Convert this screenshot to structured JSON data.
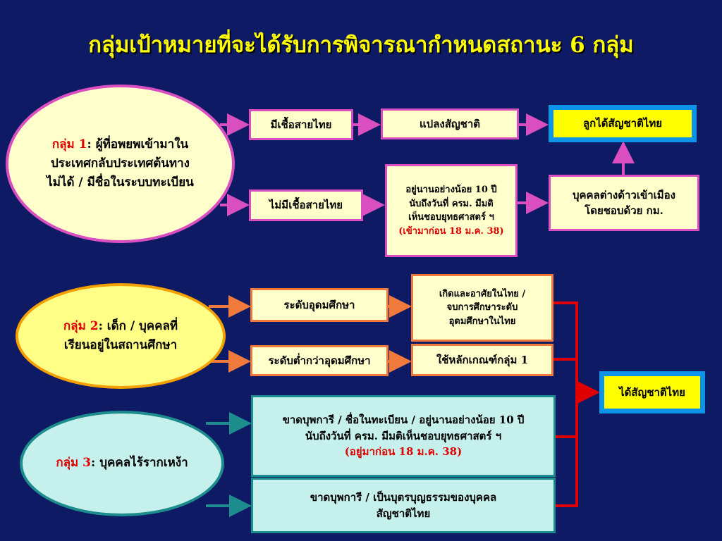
{
  "title": "กลุ่มเป้าหมายที่จะได้รับการพิจารณากำหนดสถานะ 6 กลุ่ม",
  "group1": {
    "prefix": "กลุ่ม 1",
    "line1": ": ผู้ที่อพยพเข้ามาใน",
    "line2": "ประเทศกลับประเทศต้นทาง",
    "line3": "ไม่ได้ / มีชื่อในระบบทะเบียน"
  },
  "group2": {
    "prefix": "กลุ่ม 2",
    "line1": ": เด็ก / บุคคลที่",
    "line2": "เรียนอยู่ในสถานศึกษา"
  },
  "group3": {
    "prefix": "กลุ่ม 3",
    "line1": ": บุคคลไร้รากเหง้า"
  },
  "boxes": {
    "thai_blood": "มีเชื้อสายไทย",
    "naturalize": "แปลงสัญชาติ",
    "child_thai": "ลูกได้สัญชาติไทย",
    "no_thai_blood": "ไม่มีเชื้อสายไทย",
    "residence_line1": "อยู่นานอย่างน้อย 10 ปี",
    "residence_line2": "นับถึงวันที่ ครม. มีมติ",
    "residence_line3": "เห็นชอบยุทธศาสตร์ ฯ",
    "residence_note": "(เข้ามาก่อน 18  ม.ค. 38)",
    "immigrant_line1": "บุคคลต่างด้าวเข้าเมือง",
    "immigrant_line2": "โดยชอบด้วย กม.",
    "higher_ed": "ระดับอุดมศึกษา",
    "born_line1": "เกิดและอาศัยในไทย /",
    "born_line2": "จบการศึกษาระดับ",
    "born_line3": "อุดมศึกษาในไทย",
    "below_higher_ed": "ระดับต่ำกว่าอุดมศึกษา",
    "use_group1": "ใช้หลักเกณฑ์กลุ่ม 1",
    "thai_nationality": "ได้สัญชาติไทย",
    "rootless_line1": "ขาดบุพการี / ชื่อในทะเบียน / อยู่นานอย่างน้อย 10 ปี",
    "rootless_line2": "นับถึงวันที่ ครม. มีมติเห็นชอบยุทธศาสตร์ ฯ",
    "rootless_note": "(อยู่มาก่อน 18 ม.ค. 38)",
    "adopted_line1": "ขาดบุพการี / เป็นบุตรบุญธรรมของบุคคล",
    "adopted_line2": "สัญชาติไทย"
  },
  "colors": {
    "background": "#0e1a63",
    "title": "#ffff00",
    "group1_accent": "#d94fc0",
    "group2_accent": "#ef7a3c",
    "group3_accent": "#1c8c8c",
    "highlight_border": "#0d93e8",
    "merge_line": "#e00000"
  }
}
